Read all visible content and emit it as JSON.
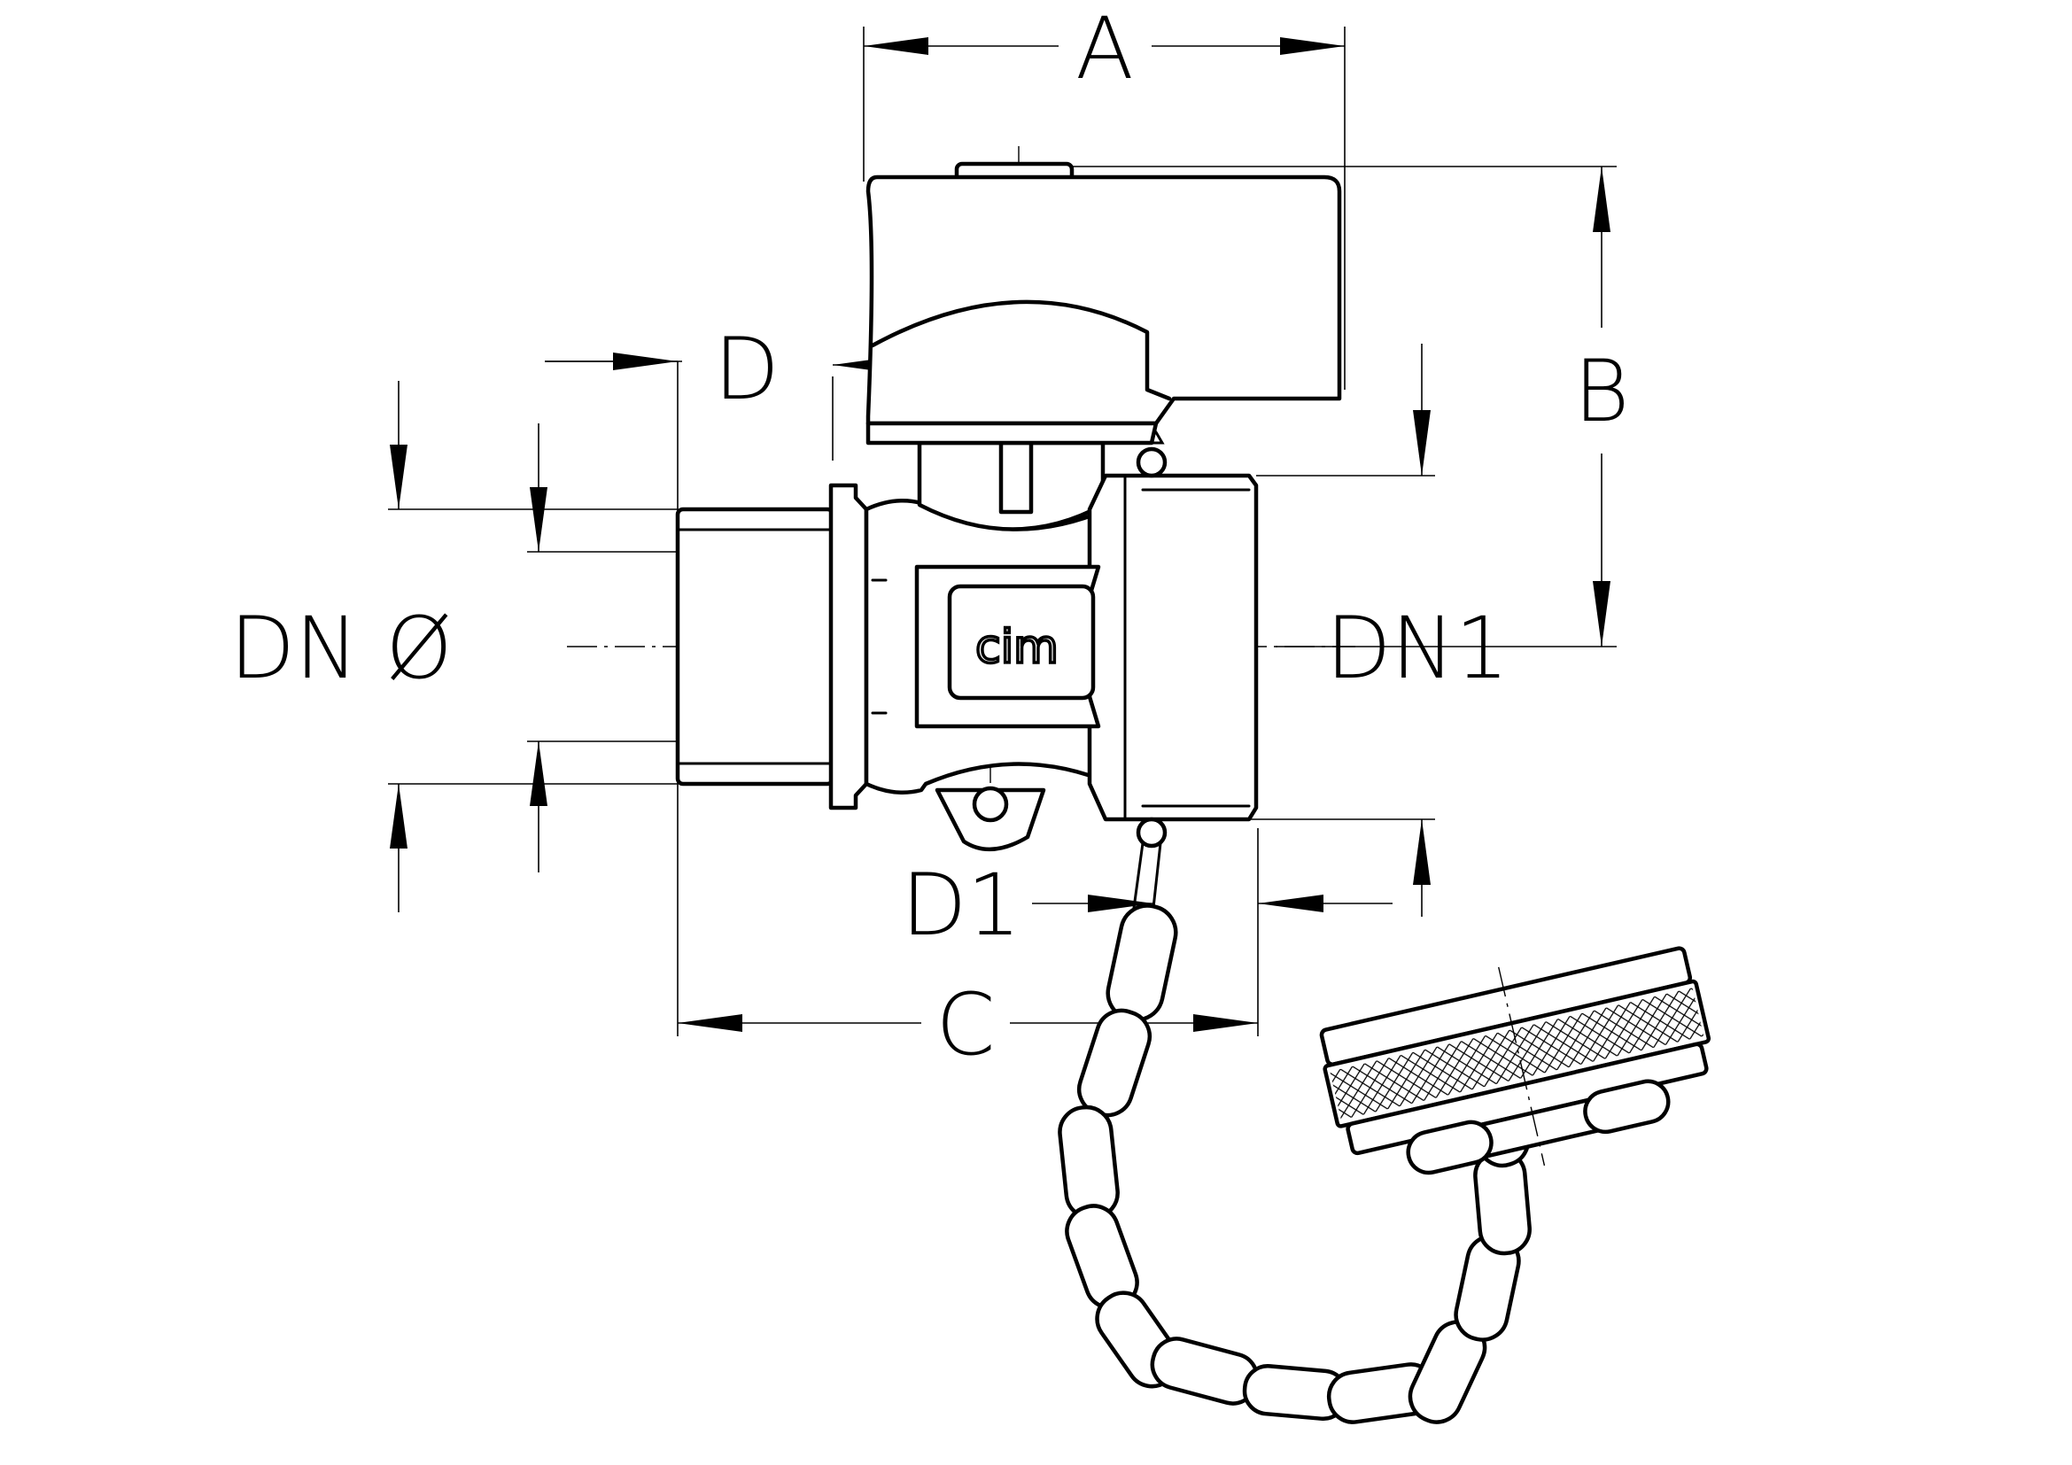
{
  "diagram": {
    "brand_logo": "cim",
    "dimension_labels": {
      "A": "A",
      "B": "B",
      "C": "C",
      "D": "D",
      "D1": "D1",
      "DN": "DN Ø",
      "DN1": "DN1"
    },
    "colors": {
      "line": "#000000",
      "background": "#ffffff"
    }
  }
}
